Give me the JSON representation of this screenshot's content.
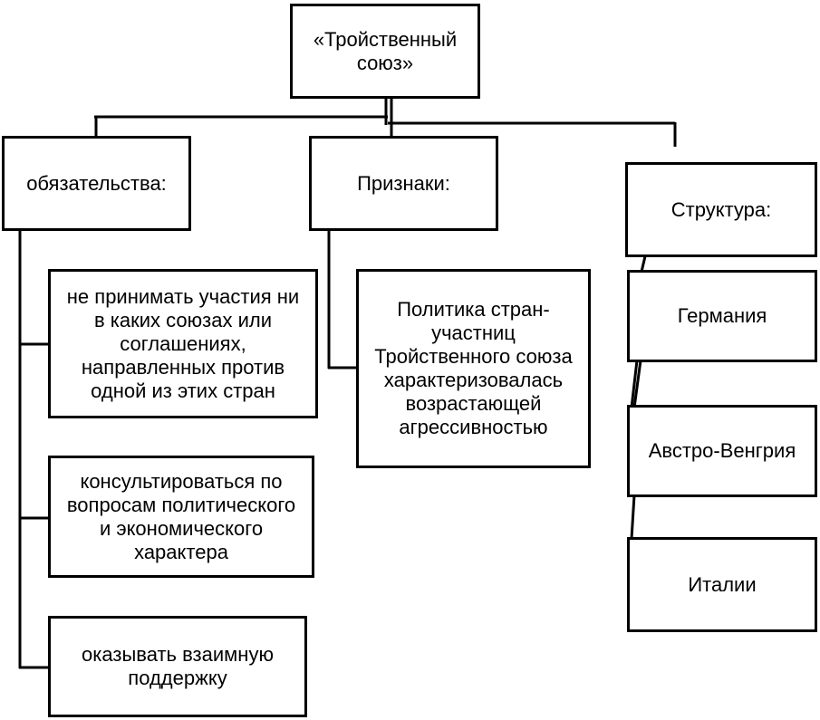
{
  "root": {
    "label": "«Тройственный\nсоюз»"
  },
  "branches": {
    "obligations": {
      "label": "обязательства:",
      "items": [
        "не принимать участия ни\nв каких союзах или\nсоглашениях,\nнаправленных против\nодной из этих стран",
        "консультироваться по\nвопросам политического\nи экономического\nхарактера",
        "оказывать взаимную\nподдержку"
      ]
    },
    "features": {
      "label": "Признаки:",
      "items": [
        "Политика стран-\nучастниц\nТройственного союза\nхарактеризовалась\nвозрастающей\nагрессивностью"
      ]
    },
    "structure": {
      "label": "Структура:",
      "items": [
        "Германия",
        "Австро-Венгрия",
        "Италии"
      ]
    }
  }
}
